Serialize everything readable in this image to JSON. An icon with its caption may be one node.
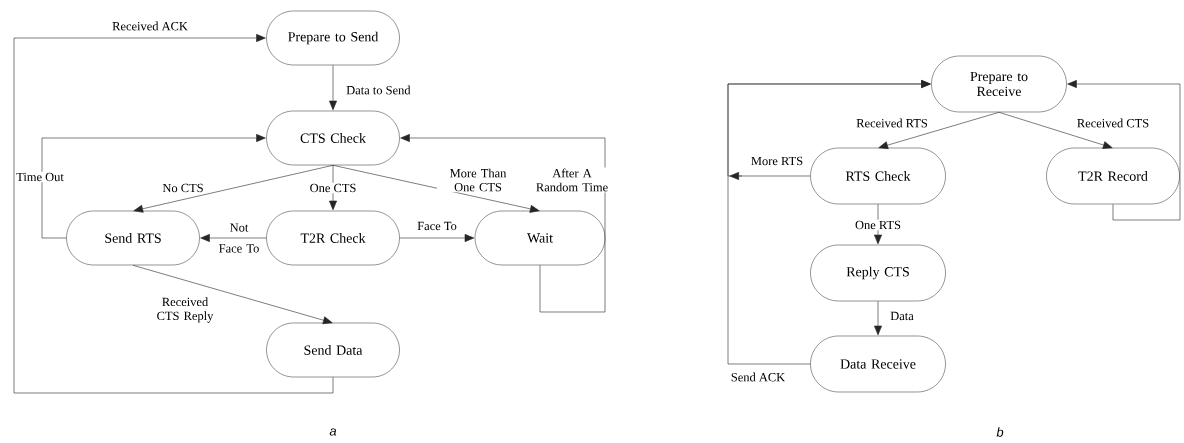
{
  "diagram": {
    "nodes": [
      {
        "text": [
          "Prepare to Send"
        ]
      },
      {
        "text": [
          "CTS Check"
        ]
      },
      {
        "text": [
          "Send RTS"
        ]
      },
      {
        "text": [
          "T2R Check"
        ]
      },
      {
        "text": [
          "Wait"
        ]
      },
      {
        "text": [
          "Send Data"
        ]
      },
      {
        "text": [
          "Prepare to Receive"
        ]
      },
      {
        "text": [
          "RTS Check"
        ]
      },
      {
        "text": [
          "T2R Record"
        ]
      },
      {
        "text": [
          "Reply CTS"
        ]
      },
      {
        "text": [
          "Data Receive"
        ]
      }
    ],
    "edges": [
      {
        "from": 0,
        "to": 1,
        "arrow": "to",
        "label": "Data to Send"
      },
      {
        "from": 1,
        "to": 2,
        "arrow": "to",
        "label": "No CTS"
      },
      {
        "from": 1,
        "to": 3,
        "arrow": "to",
        "label": "One CTS"
      },
      {
        "from": 1,
        "to": 4,
        "arrow": "to",
        "label": "More Than One CTS"
      },
      {
        "from": 3,
        "to": 2,
        "arrow": "to",
        "label": "Not Face To"
      },
      {
        "from": 3,
        "to": 4,
        "arrow": "to",
        "label": "Face To"
      },
      {
        "from": 2,
        "to": 1,
        "arrow": "to",
        "label": "Time Out"
      },
      {
        "from": 4,
        "to": 1,
        "arrow": "to",
        "label": "After A Random Time"
      },
      {
        "from": 2,
        "to": 5,
        "arrow": "to",
        "label": "Received CTS Reply"
      },
      {
        "from": 5,
        "to": 0,
        "arrow": "to",
        "label": "Received ACK"
      },
      {
        "from": 6,
        "to": 7,
        "arrow": "to",
        "label": "Received RTS"
      },
      {
        "from": 6,
        "to": 8,
        "arrow": "to",
        "label": "Received CTS"
      },
      {
        "from": 7,
        "to": 6,
        "arrow": "to",
        "label": "More RTS"
      },
      {
        "from": 7,
        "to": 9,
        "arrow": "to",
        "label": "One RTS"
      },
      {
        "from": 9,
        "to": 10,
        "arrow": "to",
        "label": "Data"
      },
      {
        "from": 10,
        "to": 6,
        "arrow": "to",
        "label": "Send ACK"
      },
      {
        "from": 8,
        "to": 6,
        "arrow": "to"
      }
    ],
    "labels": [
      "a",
      "b"
    ]
  }
}
